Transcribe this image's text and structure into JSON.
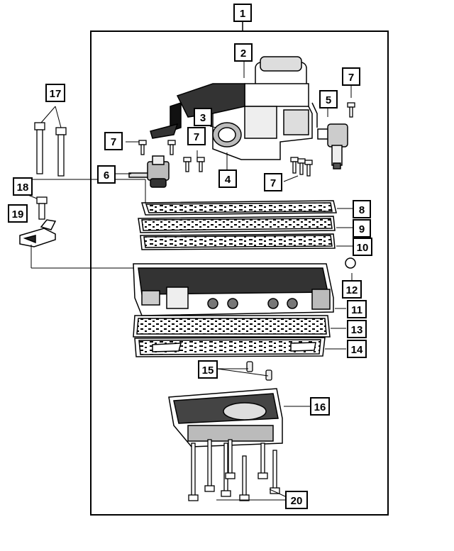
{
  "diagram": {
    "callouts": [
      {
        "id": "c1",
        "label": "1"
      },
      {
        "id": "c2",
        "label": "2"
      },
      {
        "id": "c3",
        "label": "3"
      },
      {
        "id": "c4",
        "label": "4"
      },
      {
        "id": "c5",
        "label": "5"
      },
      {
        "id": "c6",
        "label": "6"
      },
      {
        "id": "c7a",
        "label": "7"
      },
      {
        "id": "c7b",
        "label": "7"
      },
      {
        "id": "c7c",
        "label": "7"
      },
      {
        "id": "c7d",
        "label": "7"
      },
      {
        "id": "c8",
        "label": "8"
      },
      {
        "id": "c9",
        "label": "9"
      },
      {
        "id": "c10",
        "label": "10"
      },
      {
        "id": "c11",
        "label": "11"
      },
      {
        "id": "c12",
        "label": "12"
      },
      {
        "id": "c13",
        "label": "13"
      },
      {
        "id": "c14",
        "label": "14"
      },
      {
        "id": "c15",
        "label": "15"
      },
      {
        "id": "c16",
        "label": "16"
      },
      {
        "id": "c17",
        "label": "17"
      },
      {
        "id": "c18",
        "label": "18"
      },
      {
        "id": "c19",
        "label": "19"
      },
      {
        "id": "c20",
        "label": "20"
      }
    ]
  }
}
